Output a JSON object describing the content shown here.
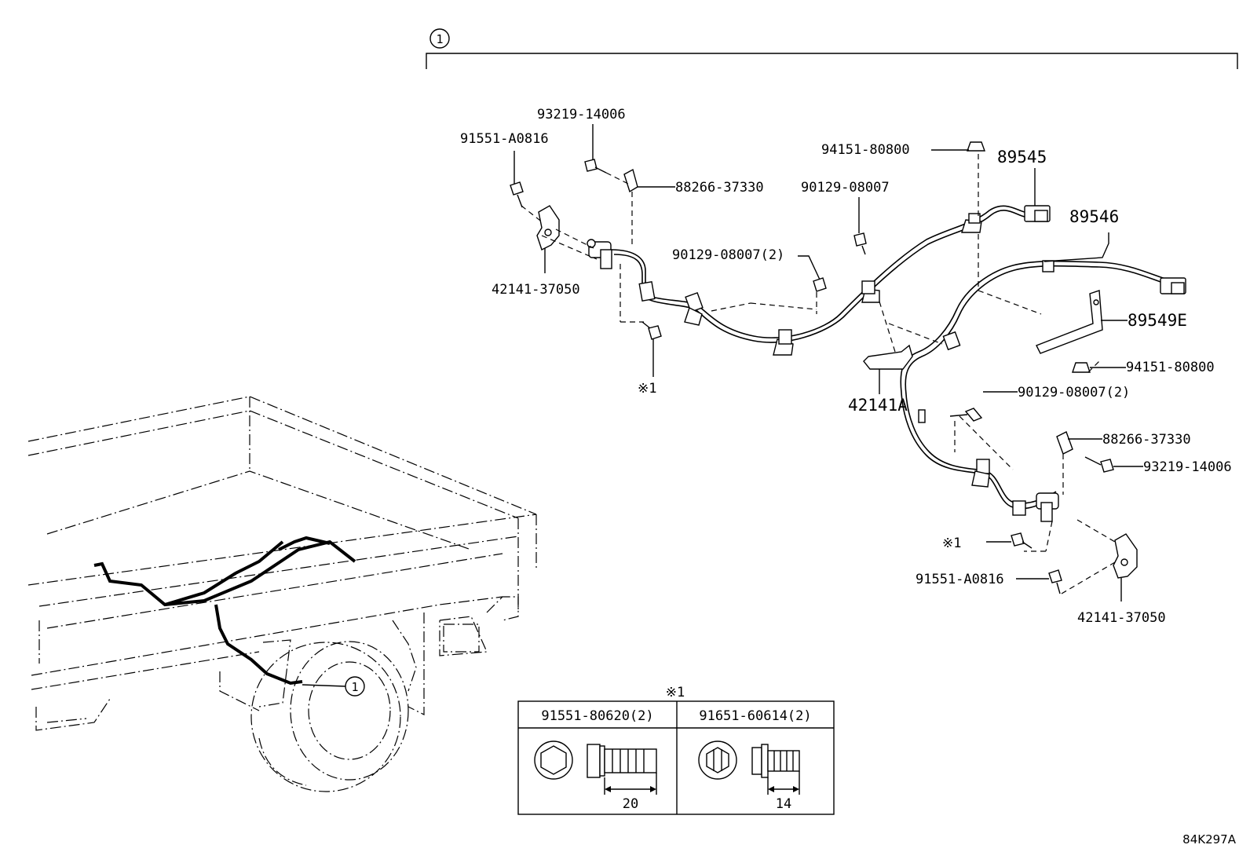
{
  "callout_ref": "1",
  "part_labels": {
    "p93219_top": "93219-14006",
    "p91551_top": "91551-A0816",
    "p88266_top": "88266-37330",
    "p42141_top": "42141-37050",
    "p90129_top": "90129-08007",
    "p90129_mid": "90129-08007(2)",
    "p94151_top": "94151-80800",
    "p89545": "89545",
    "p89546": "89546",
    "p89549E": "89549E",
    "p94151_right": "94151-80800",
    "p42141A": "42141A",
    "p90129_right": "90129-08007(2)",
    "p88266_right": "88266-37330",
    "p93219_right": "93219-14006",
    "p91551_right": "91551-A0816",
    "p42141_right": "42141-37050",
    "note_ref_left": "※1",
    "note_ref_right": "※1"
  },
  "inset": {
    "title": "※1",
    "col1_part": "91551-80620(2)",
    "col1_length": "20",
    "col2_part": "91651-60614(2)",
    "col2_length": "14"
  },
  "illustration_code": "84K297A"
}
